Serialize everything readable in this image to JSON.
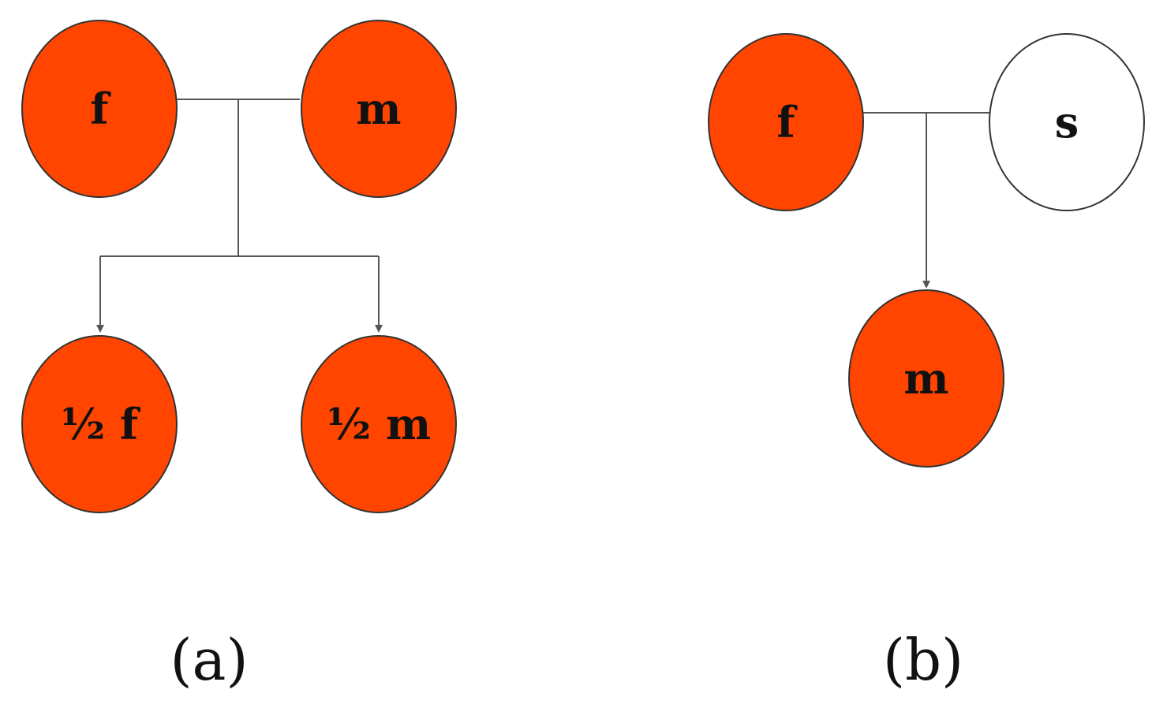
{
  "colors": {
    "filled": "#ff4500",
    "empty": "#ffffff",
    "outline": "#333333",
    "edge": "#555555"
  },
  "panel_a": {
    "caption": "(a)",
    "nodes": {
      "f": {
        "label": "f",
        "fill": "filled"
      },
      "m": {
        "label": "m",
        "fill": "filled"
      },
      "half_f": {
        "label": "½ f",
        "fill": "filled"
      },
      "half_m": {
        "label": "½ m",
        "fill": "filled"
      }
    }
  },
  "panel_b": {
    "caption": "(b)",
    "nodes": {
      "f": {
        "label": "f",
        "fill": "filled"
      },
      "s": {
        "label": "s",
        "fill": "empty"
      },
      "m": {
        "label": "m",
        "fill": "filled"
      }
    }
  }
}
